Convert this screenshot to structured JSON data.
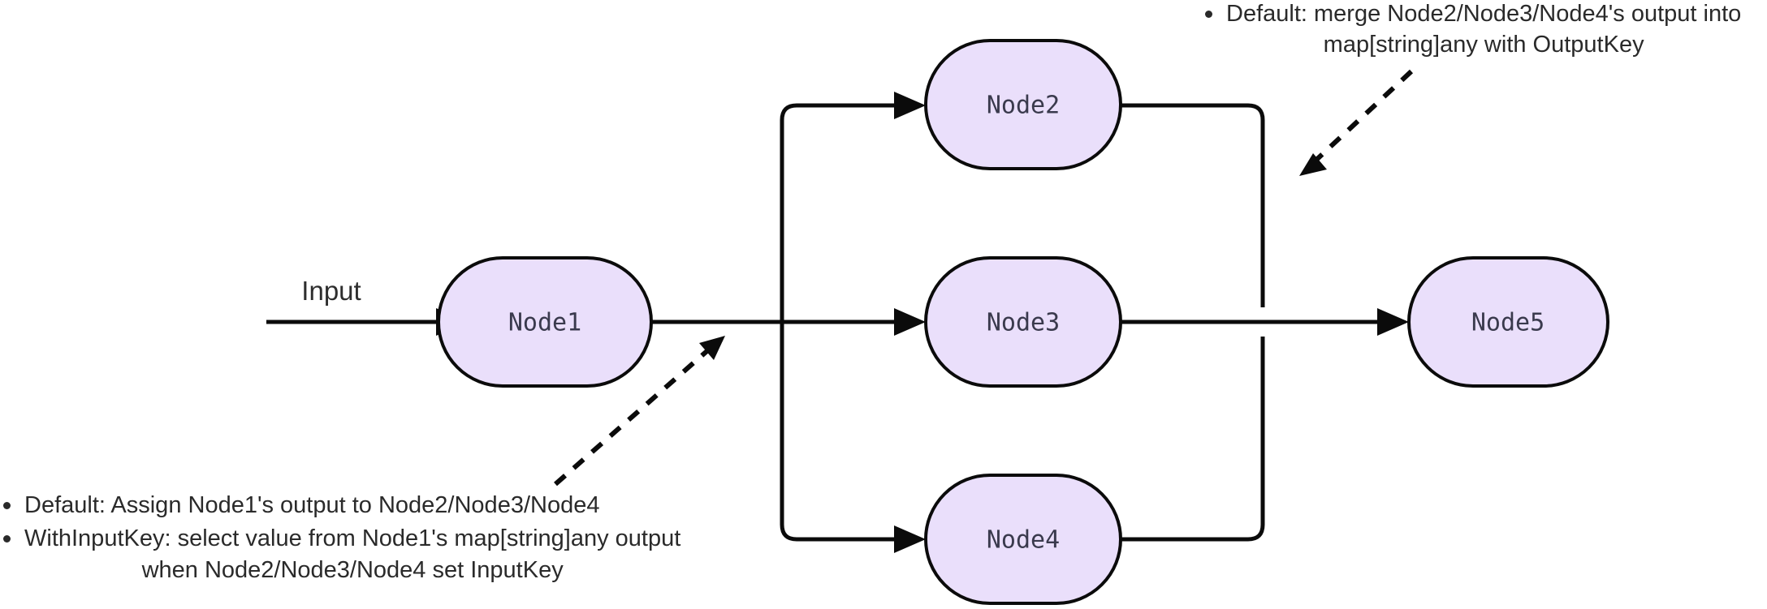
{
  "diagram": {
    "type": "flowchart",
    "direction": "left-to-right",
    "background_color": "#ffffff",
    "node_fill_color": "#EADFFB",
    "node_border_color": "#0b0b0b",
    "node_text_color": "#3a3a4d",
    "edge_color": "#0b0b0b",
    "nodes": [
      {
        "id": "node1",
        "label": "Node1"
      },
      {
        "id": "node2",
        "label": "Node2"
      },
      {
        "id": "node3",
        "label": "Node3"
      },
      {
        "id": "node4",
        "label": "Node4"
      },
      {
        "id": "node5",
        "label": "Node5"
      }
    ],
    "edge_labels": {
      "input": "Input"
    },
    "edges": [
      {
        "from": "input",
        "to": "node1",
        "label": "Input",
        "style": "solid"
      },
      {
        "from": "node1",
        "to": "node2",
        "style": "solid"
      },
      {
        "from": "node1",
        "to": "node3",
        "style": "solid"
      },
      {
        "from": "node1",
        "to": "node4",
        "style": "solid"
      },
      {
        "from": "node2",
        "to": "node5",
        "style": "solid"
      },
      {
        "from": "node3",
        "to": "node5",
        "style": "solid"
      },
      {
        "from": "node4",
        "to": "node5",
        "style": "solid"
      }
    ]
  },
  "annotations": {
    "merge": {
      "line1": "Default: merge Node2/Node3/Node4's output into",
      "line2": "map[string]any with OutputKey"
    },
    "assign": {
      "item1": "Default: Assign Node1's output to Node2/Node3/Node4",
      "item2_line1": "WithInputKey: select value from Node1's map[string]any output",
      "item2_line2": "when Node2/Node3/Node4 set InputKey"
    }
  }
}
